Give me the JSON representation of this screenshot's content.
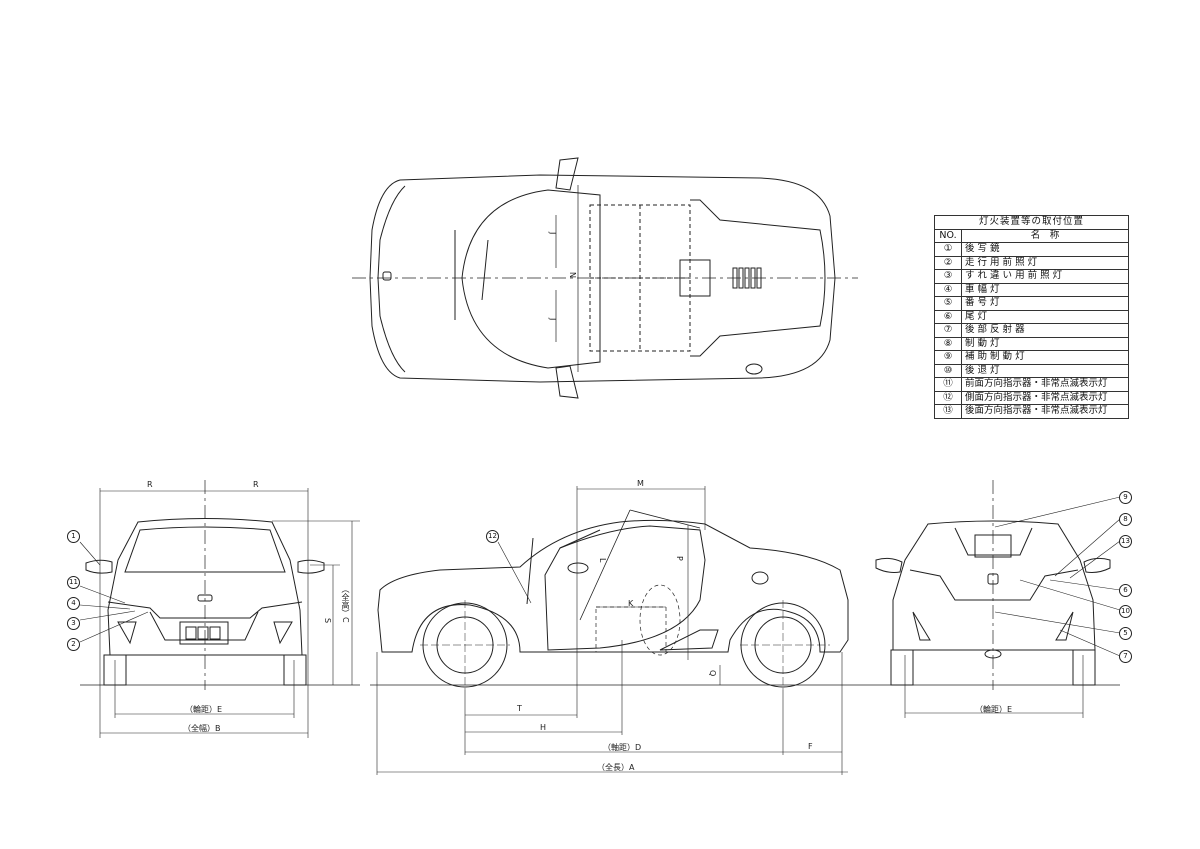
{
  "legend": {
    "title": "灯火装置等の取付位置",
    "col_no": "NO.",
    "col_name": "名　称",
    "rows": [
      {
        "no": "①",
        "name": "後 写 鏡"
      },
      {
        "no": "②",
        "name": "走 行 用 前 照 灯"
      },
      {
        "no": "③",
        "name": "す れ 違 い 用 前 照 灯"
      },
      {
        "no": "④",
        "name": "車 幅 灯"
      },
      {
        "no": "⑤",
        "name": "番 号 灯"
      },
      {
        "no": "⑥",
        "name": "尾 灯"
      },
      {
        "no": "⑦",
        "name": "後 部 反 射 器"
      },
      {
        "no": "⑧",
        "name": "制 動 灯"
      },
      {
        "no": "⑨",
        "name": "補 助 制 動 灯"
      },
      {
        "no": "⑩",
        "name": "後 退 灯"
      },
      {
        "no": "⑪",
        "name": "前面方向指示器・非常点滅表示灯"
      },
      {
        "no": "⑫",
        "name": "側面方向指示器・非常点滅表示灯"
      },
      {
        "no": "⑬",
        "name": "後面方向指示器・非常点滅表示灯"
      }
    ]
  },
  "top_view": {
    "dims": {
      "j1": "J",
      "j2": "J",
      "n": "N"
    }
  },
  "front_view": {
    "dims": {
      "r_left": "R",
      "r_right": "R",
      "tread": "（輪距）E",
      "width": "（全幅）B",
      "height": "（全高）C",
      "s": "S"
    },
    "callouts": [
      "1",
      "11",
      "4",
      "3",
      "2"
    ]
  },
  "side_view": {
    "dims": {
      "m": "M",
      "t": "T",
      "h": "H",
      "wheelbase": "（軸距）D",
      "f": "F",
      "length": "（全長）A",
      "k": "K",
      "l": "L",
      "p": "P",
      "q": "Q"
    },
    "callouts": [
      "12"
    ]
  },
  "rear_view": {
    "dims": {
      "tread": "（輪距）E"
    },
    "callouts": [
      "9",
      "8",
      "13",
      "6",
      "10",
      "5",
      "7"
    ]
  }
}
